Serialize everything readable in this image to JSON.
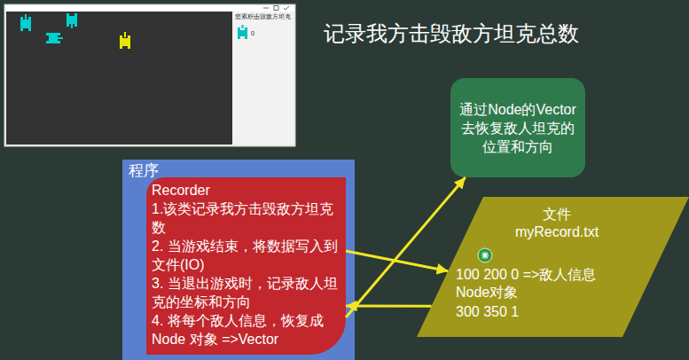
{
  "diagram": {
    "title": "记录我方击毁敌方坦克总数",
    "nodes": [
      {
        "text": [
          "程序"
        ]
      },
      {
        "text": [
          "Recorder",
          "1.该类记录我方击毁敌方坦克数",
          "2. 当游戏结束，将数据写入到文件(IO)",
          "3. 当退出游戏时，记录敌人坦克的坐标和方向",
          "4. 将每个敌人信息，恢复成Node 对象 =>Vector"
        ],
        "in": 0
      },
      {
        "text": [
          "通过Node的Vector去恢复敌人坦克的位置和方向"
        ]
      },
      {
        "text": [
          "文件 myRecord.txt",
          "100 200 0 =>敌人信息 Node对象",
          "300 350 1"
        ]
      }
    ],
    "edges": [
      {
        "from": 1,
        "to": 3,
        "arrow": "to"
      },
      {
        "from": 3,
        "to": 1,
        "arrow": "to"
      },
      {
        "from": 1,
        "to": 2,
        "arrow": "to"
      }
    ],
    "labels": [
      "您累积击毁敌方坦克",
      "0"
    ]
  }
}
